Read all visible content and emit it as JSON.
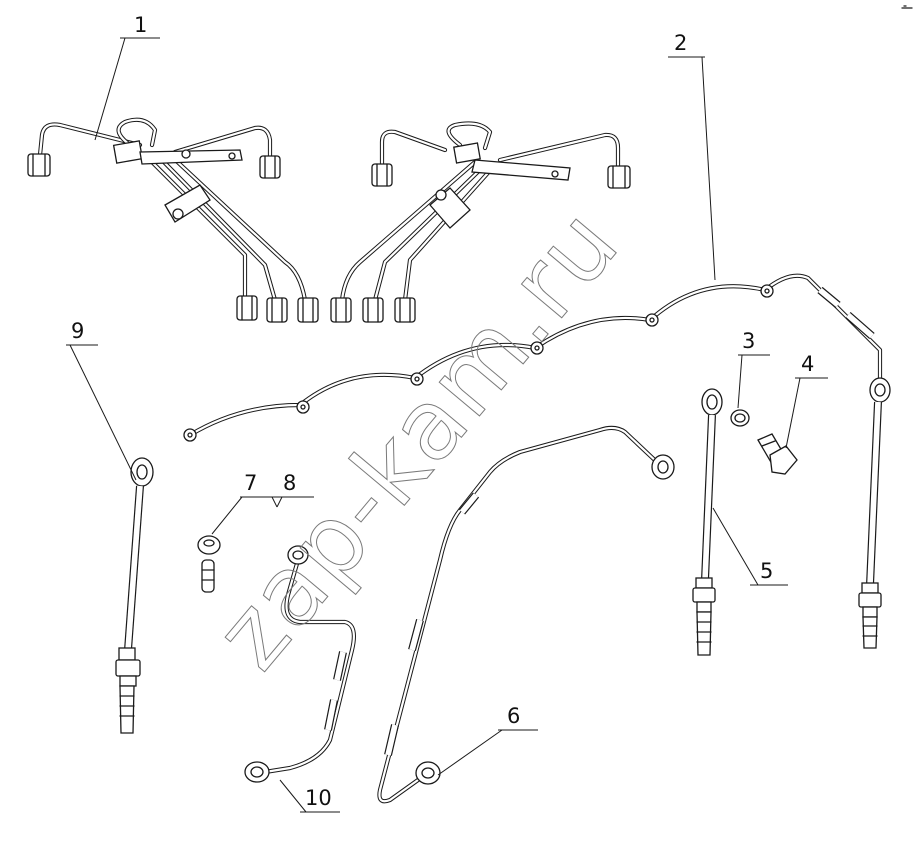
{
  "callouts": {
    "c1": "1",
    "c2": "2",
    "c3": "3",
    "c4": "4",
    "c5": "5",
    "c6": "6",
    "c7": "7",
    "c8": "8",
    "c9": "9",
    "c10": "10"
  },
  "watermark": "zap-kam.ru",
  "colors": {
    "ink": "#1a1a1a",
    "watermark": "#7a7a7a",
    "background": "#ffffff"
  }
}
